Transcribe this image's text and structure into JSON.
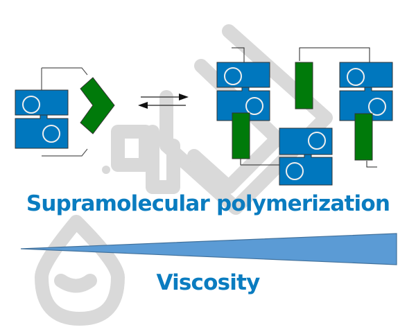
{
  "diagram": {
    "title": "Supramolecular polymerization",
    "gradient_label": "Viscosity",
    "equilibrium_arrows": "reversible",
    "left_state": "monomer (host-guest pair, intramolecular)",
    "right_state": "supramolecular polymer chain",
    "colors": {
      "text": "#0a7cc0",
      "host_block": "#0077be",
      "guest_block": "#007a0a",
      "gradient_fill": "#5b9bd5",
      "gradient_stroke": "#41719c",
      "watermark": "#d9d9d9",
      "linker": "#3a3a3a"
    }
  }
}
